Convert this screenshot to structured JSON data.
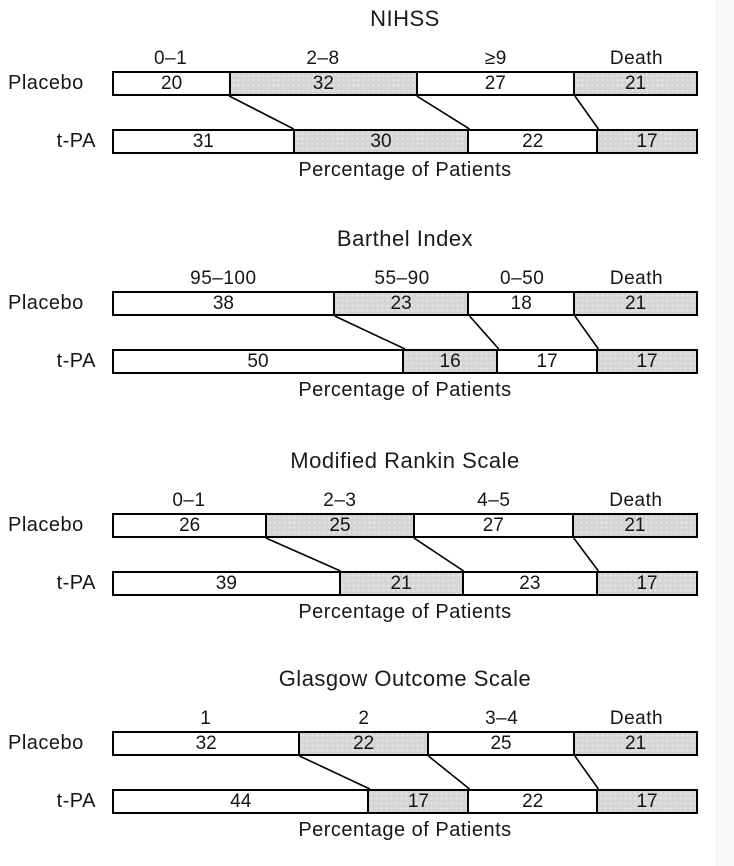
{
  "figure": {
    "row_labels": [
      "Placebo",
      "t-PA"
    ],
    "x_axis_label": "Percentage of Patients"
  },
  "colors": {
    "shaded_fill": "#d5d5d5",
    "unshaded_fill": "#ffffff",
    "bar_border": "#000000",
    "text": "#141414",
    "right_gutter": "#f7f8f9"
  },
  "chart_data": [
    {
      "type": "bar",
      "title": "NIHSS",
      "xlabel": "Percentage of Patients",
      "categories": [
        "0–1",
        "2–8",
        "≥9",
        "Death"
      ],
      "shaded": [
        false,
        true,
        false,
        true
      ],
      "series": [
        {
          "name": "Placebo",
          "values": [
            20,
            32,
            27,
            21
          ]
        },
        {
          "name": "t-PA",
          "values": [
            31,
            30,
            22,
            17
          ]
        }
      ]
    },
    {
      "type": "bar",
      "title": "Barthel Index",
      "xlabel": "Percentage of Patients",
      "categories": [
        "95–100",
        "55–90",
        "0–50",
        "Death"
      ],
      "shaded": [
        false,
        true,
        false,
        true
      ],
      "series": [
        {
          "name": "Placebo",
          "values": [
            38,
            23,
            18,
            21
          ]
        },
        {
          "name": "t-PA",
          "values": [
            50,
            16,
            17,
            17
          ]
        }
      ]
    },
    {
      "type": "bar",
      "title": "Modified Rankin Scale",
      "xlabel": "Percentage of Patients",
      "categories": [
        "0–1",
        "2–3",
        "4–5",
        "Death"
      ],
      "shaded": [
        false,
        true,
        false,
        true
      ],
      "series": [
        {
          "name": "Placebo",
          "values": [
            26,
            25,
            27,
            21
          ]
        },
        {
          "name": "t-PA",
          "values": [
            39,
            21,
            23,
            17
          ]
        }
      ]
    },
    {
      "type": "bar",
      "title": "Glasgow Outcome Scale",
      "xlabel": "Percentage of Patients",
      "categories": [
        "1",
        "2",
        "3–4",
        "Death"
      ],
      "shaded": [
        false,
        true,
        false,
        true
      ],
      "series": [
        {
          "name": "Placebo",
          "values": [
            32,
            22,
            25,
            21
          ]
        },
        {
          "name": "t-PA",
          "values": [
            44,
            17,
            22,
            17
          ]
        }
      ]
    }
  ]
}
